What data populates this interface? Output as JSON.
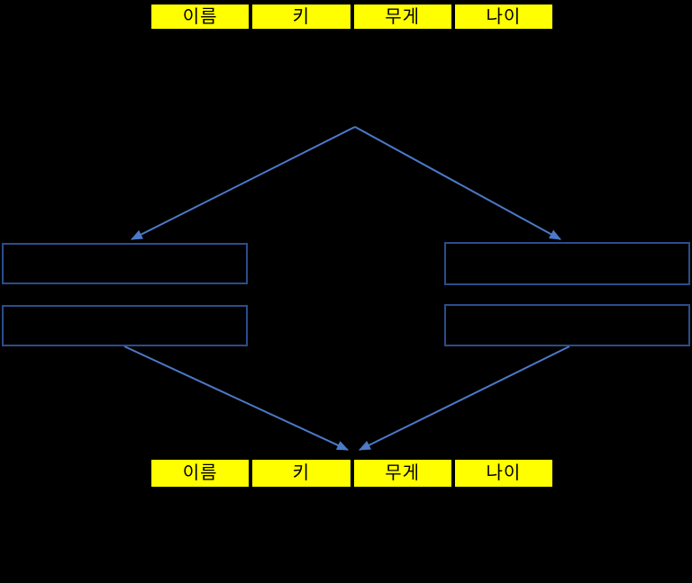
{
  "colors": {
    "background": "#000000",
    "table_cell_fill": "#FFFF00",
    "table_text": "#000000",
    "table_border": "#000000",
    "arrow_stroke": "#4C79C8",
    "box_border": "#2C4C8C"
  },
  "diagram": {
    "top_table": {
      "columns": [
        "이름",
        "키",
        "무게",
        "나이"
      ]
    },
    "bottom_table": {
      "columns": [
        "이름",
        "키",
        "무게",
        "나이"
      ]
    }
  }
}
